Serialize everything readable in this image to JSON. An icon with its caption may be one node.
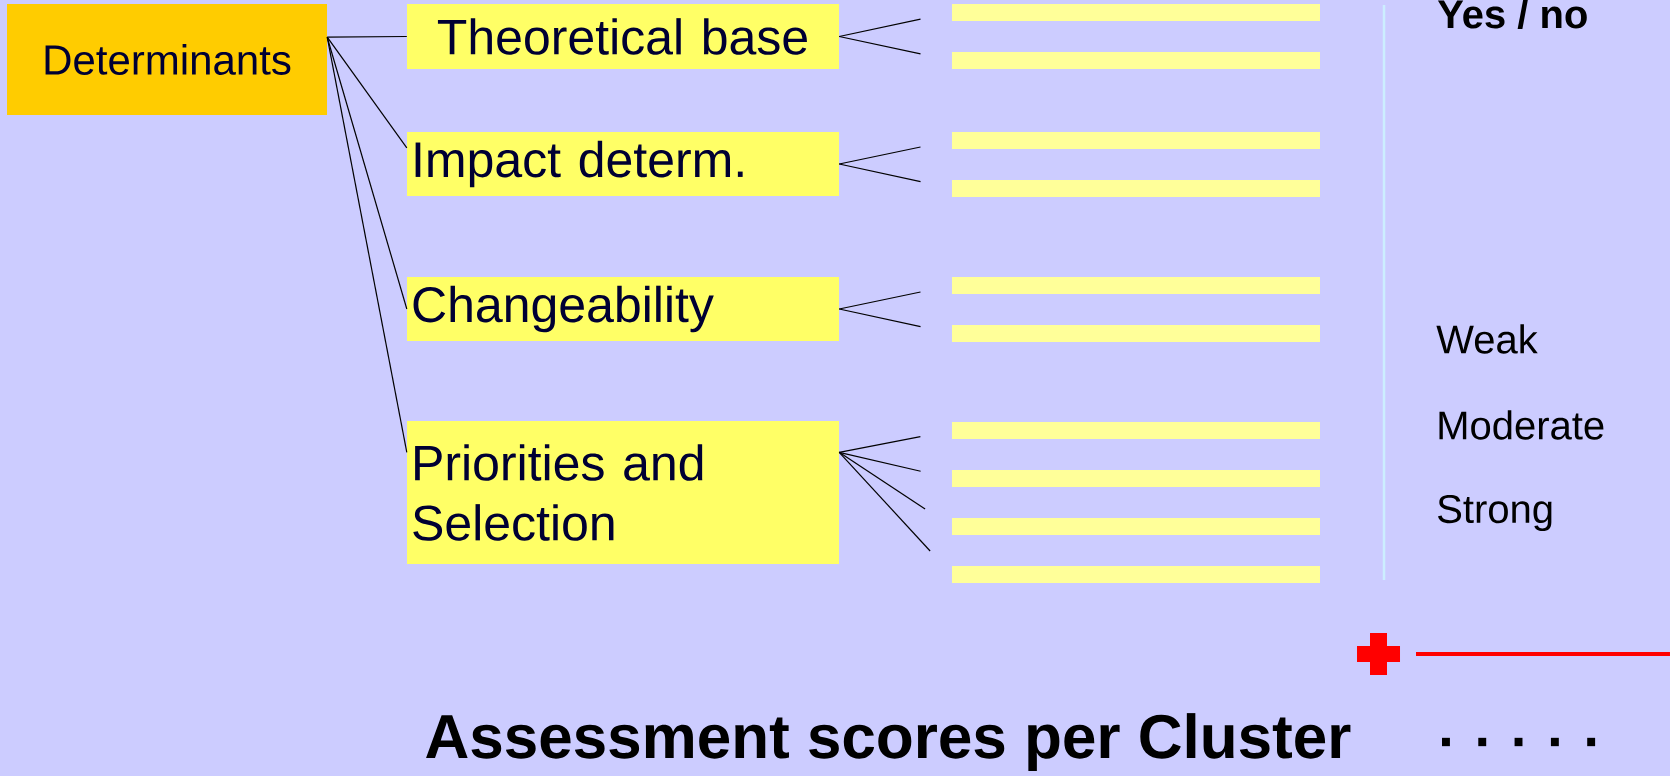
{
  "diagram": {
    "caption": "Assessment scores per Cluster",
    "nodes": [
      {
        "text": [
          "Determinants"
        ]
      },
      {
        "text": [
          "Theoretical base"
        ]
      },
      {
        "text": [
          "Impact determ."
        ]
      },
      {
        "text": [
          "Changeability"
        ]
      },
      {
        "text": [
          "Priorities and Selection"
        ]
      },
      {
        "text": [],
        "shape": "bar"
      },
      {
        "text": [],
        "shape": "bar"
      },
      {
        "text": [],
        "shape": "bar"
      },
      {
        "text": [],
        "shape": "bar"
      },
      {
        "text": [],
        "shape": "bar"
      },
      {
        "text": [],
        "shape": "bar"
      },
      {
        "text": [],
        "shape": "bar"
      },
      {
        "text": [],
        "shape": "bar"
      },
      {
        "text": [],
        "shape": "bar"
      },
      {
        "text": [],
        "shape": "bar"
      }
    ],
    "edges": [
      {
        "from": 0,
        "to": 1,
        "arrow": "none"
      },
      {
        "from": 0,
        "to": 2,
        "arrow": "none"
      },
      {
        "from": 0,
        "to": 3,
        "arrow": "none"
      },
      {
        "from": 0,
        "to": 4,
        "arrow": "none"
      },
      {
        "from": 1,
        "to": 5,
        "arrow": "none"
      },
      {
        "from": 1,
        "to": 6,
        "arrow": "none"
      },
      {
        "from": 2,
        "to": 7,
        "arrow": "none"
      },
      {
        "from": 2,
        "to": 8,
        "arrow": "none"
      },
      {
        "from": 3,
        "to": 9,
        "arrow": "none"
      },
      {
        "from": 3,
        "to": 10,
        "arrow": "none"
      },
      {
        "from": 4,
        "to": 11,
        "arrow": "none"
      },
      {
        "from": 4,
        "to": 12,
        "arrow": "none"
      },
      {
        "from": 4,
        "to": 13,
        "arrow": "none"
      },
      {
        "from": 4,
        "to": 14,
        "arrow": "none"
      }
    ],
    "labels": [
      "Yes / no",
      "Weak",
      "Moderate",
      "Strong",
      ". . . . ."
    ]
  }
}
